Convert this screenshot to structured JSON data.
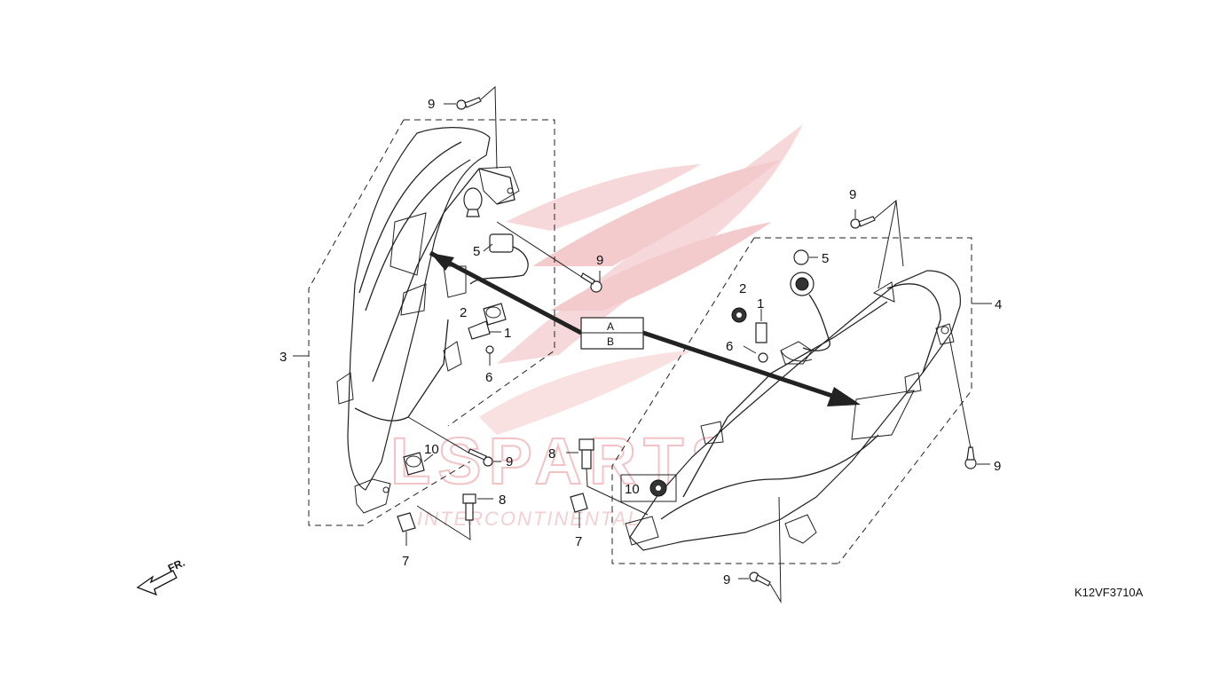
{
  "diagram": {
    "drawing_code": "K12VF3710A",
    "direction_label": "FR.",
    "callout_a": "A",
    "callout_b": "B",
    "watermark": {
      "brand": "LSPARTS",
      "tagline": "INTERCONTINENTAL PARTS"
    },
    "labels": [
      {
        "id": "9",
        "text": "9"
      },
      {
        "id": "9",
        "text": "9"
      },
      {
        "id": "9",
        "text": "9"
      },
      {
        "id": "9",
        "text": "9"
      },
      {
        "id": "9",
        "text": "9"
      },
      {
        "id": "9",
        "text": "9"
      },
      {
        "id": "3",
        "text": "3"
      },
      {
        "id": "4",
        "text": "4"
      },
      {
        "id": "5",
        "text": "5"
      },
      {
        "id": "5",
        "text": "5"
      },
      {
        "id": "2",
        "text": "2"
      },
      {
        "id": "2",
        "text": "2"
      },
      {
        "id": "1",
        "text": "1"
      },
      {
        "id": "1",
        "text": "1"
      },
      {
        "id": "6",
        "text": "6"
      },
      {
        "id": "6",
        "text": "6"
      },
      {
        "id": "10",
        "text": "10"
      },
      {
        "id": "10",
        "text": "10"
      },
      {
        "id": "8",
        "text": "8"
      },
      {
        "id": "8",
        "text": "8"
      },
      {
        "id": "7",
        "text": "7"
      },
      {
        "id": "7",
        "text": "7"
      }
    ]
  }
}
